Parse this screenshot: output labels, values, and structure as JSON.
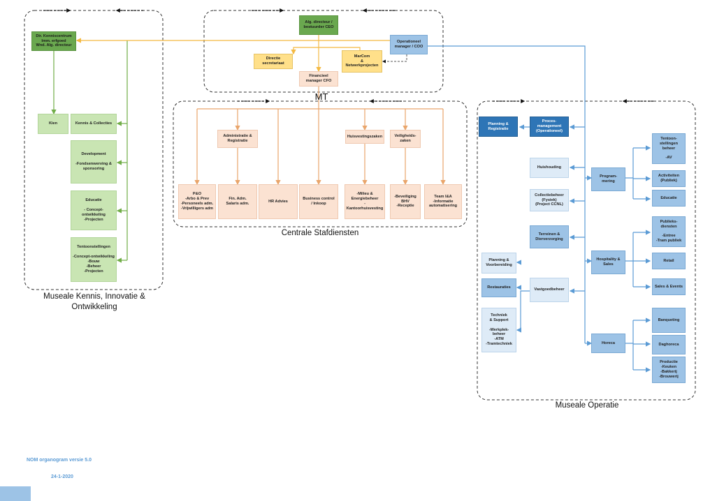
{
  "sections": {
    "mko": "Museale Kennis, Innovatie &\nOntwikkeling",
    "mt": "MT",
    "csd": "Centrale Stafdiensten",
    "mo": "Museale Operatie"
  },
  "boxes": {
    "dir_kenniscentrum": "Dir. Kenniscentrum\nImm. erfgoed\nWnd. Alg. directeur",
    "kien": "Kien",
    "kennis_collecties": "Kennis & Collecties",
    "development": "Development\n\n-Fondsenwerving &\nsponsoring",
    "educatie_mko": "Educatie\n\n- Concept-\nontwikkeling\n-Projecten",
    "tentoonstellingen": "Tentoonstellingen\n\n-Concept-ontwikkeling\n-Bouw\n-Beheer\n-Projecten",
    "alg_directeur": "Alg. directeur /\nbestuurder CEO",
    "directie_secretariaat": "Directie\nsecretariaat",
    "marcom": "MarCom\n&\nNetwerkprojecten",
    "operationeel_manager": "Operationeel\nmanager / COO",
    "financieel_manager": "Financieel\nmanager CFO",
    "administratie": "Administratie &\nRegistratie",
    "huisvestingszaken": "Huisvestingszaken",
    "veiligheidszaken": "Veiligheids-\nzaken",
    "po": "P&O\n-Arbo & Prev\n-Personeels adm.\n-Vrijwilligers adm",
    "fin_adm": "Fin. Adm.\nSalaris adm.",
    "hr_advies": "HR Advies",
    "business_control": "Business control\n/ Inkoop",
    "milieu": "-Milieu &\nEnergiebeheer\n-Kantoorhuisvesting",
    "beveiliging": "-Beveiliging\nBHV\n-Receptie",
    "team_ia": "Team I&A\n-Informatie\nautomatisering",
    "planning_registratie": "Planning &\nRegistratie",
    "procesmanagement": "Proces-\nmanagement\n(Operationeel)",
    "huishouding": "Huishouding",
    "collectiebeheer": "Collectiebeheer\n(Fysiek)\n(Project CCNL)",
    "terreinen": "Terreinen &\nDierverzorging",
    "vastgoedbeheer": "Vastgoedbeheer",
    "planning_voorbereiding": "Planning &\nVoorbereiding",
    "restauraties": "Restauraties",
    "techniek_support": "Techniek\n& Support\n\n-Werkplek-\nbeheer\n-ATM\n-Tramtechniek",
    "programmering": "Program-\nmering",
    "hospitality_sales": "Hospitality &\nSales",
    "horeca": "Horeca",
    "tentoonstellingen_beheer": "Tentoon-\nstellingen\nbeheer\n\n-AV",
    "activiteiten": "Activiteiten\n(Publiek)",
    "educatie_mo": "Educatie",
    "publieksdiensten": "Publieks-\ndiensten\n\n-Entree\n-Tram publiek",
    "retail": "Retail",
    "sales_events": "Sales & Events",
    "banqueting": "Banqueting",
    "daghoreca": "Daghoreca",
    "productie": "Productie\n-Keuken\n-Bakkerij\n-Brouwerij"
  },
  "footer": {
    "version": "NOM organogram versie 5.0",
    "date": "24-1-2020"
  },
  "colors": {
    "mko_lines": "#70ad47",
    "mt_lines": "#f4b942",
    "csd_lines": "#e9a56b",
    "mo_lines": "#5b9bd5",
    "green_dark": "#6aa84f",
    "green_light": "#c9e5b3",
    "yellow": "#ffe08a",
    "orange": "#fbe2d2",
    "blue_dark": "#2e75b6",
    "blue_mid": "#9dc3e6",
    "blue_light": "#deebf7"
  }
}
